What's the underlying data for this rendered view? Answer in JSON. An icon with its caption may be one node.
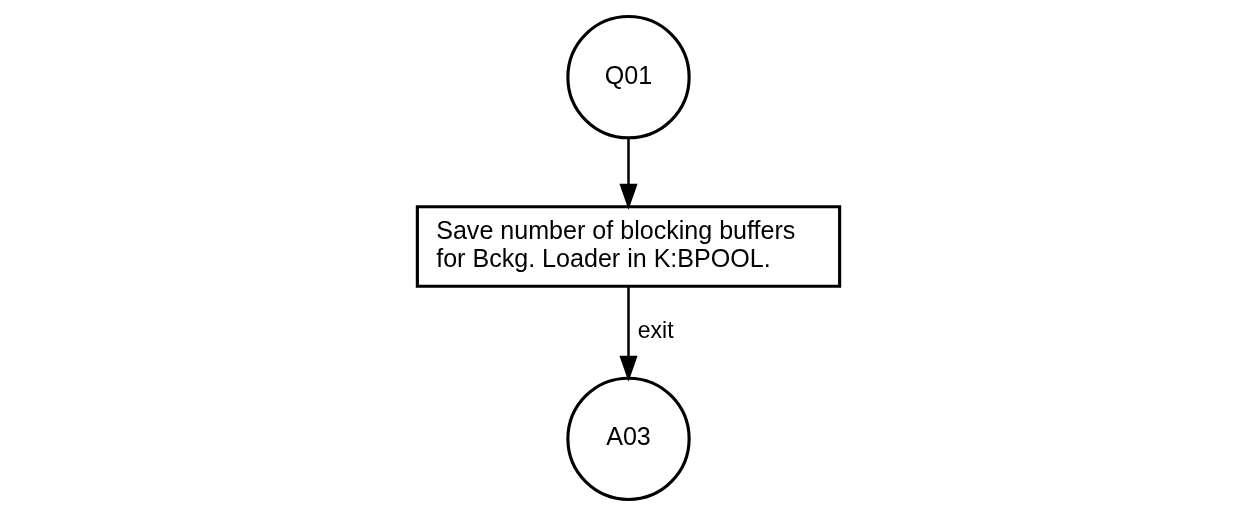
{
  "diagram": {
    "nodes": [
      {
        "text": [
          "Q01"
        ]
      },
      {
        "text": [
          "Save number of blocking buffers for Bckg. Loader in K:BPOOL."
        ]
      },
      {
        "text": [
          "A03"
        ]
      }
    ],
    "edges": [
      {
        "from": 0,
        "to": 1,
        "arrow": "to"
      },
      {
        "from": 1,
        "to": 2,
        "arrow": "to",
        "label": "exit"
      }
    ]
  }
}
